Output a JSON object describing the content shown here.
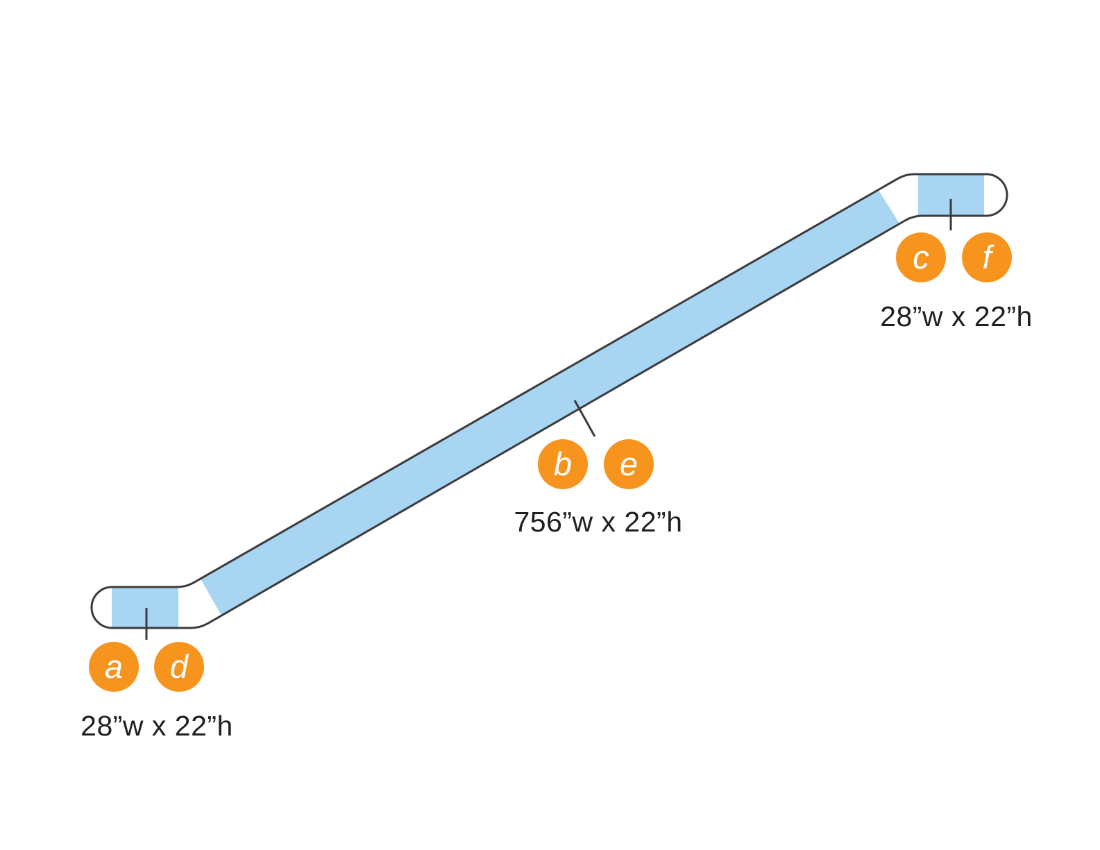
{
  "colors": {
    "background": "#ffffff",
    "panel_blue": "#a8d5f2",
    "callout_orange": "#f7941e",
    "outline_dark": "#3b3b3d",
    "dimension_text": "#1f1f1f",
    "callout_letter": "#ffffff"
  },
  "diagram": {
    "subject": "escalator-side-profile-ad-panels",
    "groups": [
      {
        "id": "lower-landing",
        "letters": [
          "a",
          "d"
        ],
        "dimension": "28”w x 22”h"
      },
      {
        "id": "incline",
        "letters": [
          "b",
          "e"
        ],
        "dimension": "756”w x 22”h"
      },
      {
        "id": "upper-landing",
        "letters": [
          "c",
          "f"
        ],
        "dimension": "28”w x 22”h"
      }
    ]
  }
}
